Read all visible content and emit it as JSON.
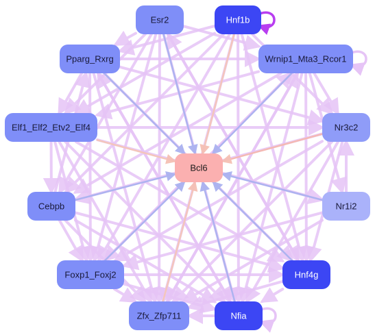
{
  "nodes": [
    {
      "id": "esr2",
      "label": "Esr2",
      "fill": "#7f8ef8",
      "text": "#1a1a3a"
    },
    {
      "id": "hnf1b",
      "label": "Hnf1b",
      "fill": "#3c46f4",
      "text": "#ffffff"
    },
    {
      "id": "pparg",
      "label": "Pparg_Rxrg",
      "fill": "#7f8ef8",
      "text": "#1a1a3a"
    },
    {
      "id": "wrnip1",
      "label": "Wrnip1_Mta3_Rcor1",
      "fill": "#7f8ef8",
      "text": "#1a1a3a"
    },
    {
      "id": "elf",
      "label": "Elf1_Elf2_Etv2_Elf4",
      "fill": "#7f8ef8",
      "text": "#1a1a3a"
    },
    {
      "id": "nr3c2",
      "label": "Nr3c2",
      "fill": "#8f9cf8",
      "text": "#1a1a3a"
    },
    {
      "id": "bcl6",
      "label": "Bcl6",
      "fill": "#fbb0b0",
      "text": "#1a1a1a"
    },
    {
      "id": "cebpb",
      "label": "Cebpb",
      "fill": "#7f8ef8",
      "text": "#1a1a3a"
    },
    {
      "id": "nr1i2",
      "label": "Nr1i2",
      "fill": "#aab2fa",
      "text": "#1a1a3a"
    },
    {
      "id": "foxp1",
      "label": "Foxp1_Foxj2",
      "fill": "#7f8ef8",
      "text": "#1a1a3a"
    },
    {
      "id": "hnf4g",
      "label": "Hnf4g",
      "fill": "#3c46f4",
      "text": "#ffffff"
    },
    {
      "id": "zfx",
      "label": "Zfx_Zfp711",
      "fill": "#7f8ef8",
      "text": "#1a1a3a"
    },
    {
      "id": "nfia",
      "label": "Nfia",
      "fill": "#3c46f4",
      "text": "#ffffff"
    }
  ],
  "edges": [
    {
      "from": "esr2",
      "to": "bcl6",
      "color": "#aab2f0"
    },
    {
      "from": "hnf1b",
      "to": "bcl6",
      "color": "#f5c6b8"
    },
    {
      "from": "pparg",
      "to": "bcl6",
      "color": "#aab2f0"
    },
    {
      "from": "wrnip1",
      "to": "bcl6",
      "color": "#aab2f0"
    },
    {
      "from": "nr3c2",
      "to": "bcl6",
      "color": "#f5b8b0"
    },
    {
      "from": "cebpb",
      "to": "bcl6",
      "color": "#aab2f0"
    },
    {
      "from": "nr1i2",
      "to": "bcl6",
      "color": "#aab2f0"
    },
    {
      "from": "foxp1",
      "to": "bcl6",
      "color": "#aab2f0"
    },
    {
      "from": "hnf4g",
      "to": "bcl6",
      "color": "#aab2f0"
    },
    {
      "from": "zfx",
      "to": "bcl6",
      "color": "#f5c6b8"
    },
    {
      "from": "nfia",
      "to": "bcl6",
      "color": "#aab2f0"
    },
    {
      "from": "elf",
      "to": "bcl6",
      "color": "#f5c6b8"
    },
    {
      "from": "esr2",
      "to": "pparg",
      "color": "#e6c4f6"
    },
    {
      "from": "esr2",
      "to": "wrnip1",
      "color": "#e6c4f6"
    },
    {
      "from": "esr2",
      "to": "foxp1",
      "color": "#e6c4f6"
    },
    {
      "from": "esr2",
      "to": "nfia",
      "color": "#e6c4f6"
    },
    {
      "from": "esr2",
      "to": "zfx",
      "color": "#e6c4f6"
    },
    {
      "from": "esr2",
      "to": "cebpb",
      "color": "#e6c4f6"
    },
    {
      "from": "esr2",
      "to": "hnf4g",
      "color": "#e6c4f6"
    },
    {
      "from": "esr2",
      "to": "elf",
      "color": "#e6c4f6"
    },
    {
      "from": "hnf1b",
      "to": "pparg",
      "color": "#e6c4f6"
    },
    {
      "from": "hnf1b",
      "to": "elf",
      "color": "#e6c4f6"
    },
    {
      "from": "hnf1b",
      "to": "foxp1",
      "color": "#e6c4f6"
    },
    {
      "from": "hnf1b",
      "to": "zfx",
      "color": "#e6c4f6"
    },
    {
      "from": "hnf1b",
      "to": "nfia",
      "color": "#e6c4f6"
    },
    {
      "from": "hnf1b",
      "to": "cebpb",
      "color": "#e6c4f6"
    },
    {
      "from": "hnf1b",
      "to": "nr3c2",
      "color": "#e6c4f6"
    },
    {
      "from": "hnf1b",
      "to": "hnf4g",
      "color": "#e6c4f6"
    },
    {
      "from": "pparg",
      "to": "wrnip1",
      "color": "#e6c4f6"
    },
    {
      "from": "pparg",
      "to": "nr3c2",
      "color": "#e6c4f6"
    },
    {
      "from": "pparg",
      "to": "nfia",
      "color": "#e6c4f6"
    },
    {
      "from": "pparg",
      "to": "hnf4g",
      "color": "#e6c4f6"
    },
    {
      "from": "pparg",
      "to": "zfx",
      "color": "#e6c4f6"
    },
    {
      "from": "pparg",
      "to": "foxp1",
      "color": "#e6c4f6"
    },
    {
      "from": "pparg",
      "to": "elf",
      "color": "#e6c4f6"
    },
    {
      "from": "wrnip1",
      "to": "elf",
      "color": "#e6c4f6"
    },
    {
      "from": "wrnip1",
      "to": "foxp1",
      "color": "#e6c4f6"
    },
    {
      "from": "wrnip1",
      "to": "nfia",
      "color": "#e6c4f6"
    },
    {
      "from": "wrnip1",
      "to": "zfx",
      "color": "#e6c4f6"
    },
    {
      "from": "wrnip1",
      "to": "hnf4g",
      "color": "#e6c4f6"
    },
    {
      "from": "wrnip1",
      "to": "nr3c2",
      "color": "#e6c4f6"
    },
    {
      "from": "wrnip1",
      "to": "cebpb",
      "color": "#e6c4f6"
    },
    {
      "from": "wrnip1",
      "to": "nr1i2",
      "color": "#e6c4f6"
    },
    {
      "from": "elf",
      "to": "nr3c2",
      "color": "#e6c4f6"
    },
    {
      "from": "elf",
      "to": "cebpb",
      "color": "#e6c4f6"
    },
    {
      "from": "elf",
      "to": "foxp1",
      "color": "#e6c4f6"
    },
    {
      "from": "elf",
      "to": "nfia",
      "color": "#e6c4f6"
    },
    {
      "from": "elf",
      "to": "hnf4g",
      "color": "#e6c4f6"
    },
    {
      "from": "elf",
      "to": "zfx",
      "color": "#e6c4f6"
    },
    {
      "from": "elf",
      "to": "nr1i2",
      "color": "#e6c4f6"
    },
    {
      "from": "nr3c2",
      "to": "foxp1",
      "color": "#e6c4f6"
    },
    {
      "from": "nr3c2",
      "to": "nfia",
      "color": "#e6c4f6"
    },
    {
      "from": "nr3c2",
      "to": "cebpb",
      "color": "#e6c4f6"
    },
    {
      "from": "nr3c2",
      "to": "hnf4g",
      "color": "#e6c4f6"
    },
    {
      "from": "nr3c2",
      "to": "zfx",
      "color": "#e6c4f6"
    },
    {
      "from": "nr1i2",
      "to": "nr3c2",
      "color": "#e6c4f6"
    },
    {
      "from": "nr1i2",
      "to": "foxp1",
      "color": "#e6c4f6"
    },
    {
      "from": "nr1i2",
      "to": "zfx",
      "color": "#e6c4f6"
    },
    {
      "from": "cebpb",
      "to": "foxp1",
      "color": "#e6c4f6"
    },
    {
      "from": "cebpb",
      "to": "nfia",
      "color": "#e6c4f6"
    },
    {
      "from": "cebpb",
      "to": "hnf4g",
      "color": "#e6c4f6"
    },
    {
      "from": "cebpb",
      "to": "zfx",
      "color": "#e6c4f6"
    },
    {
      "from": "cebpb",
      "to": "pparg",
      "color": "#e6c4f6"
    },
    {
      "from": "foxp1",
      "to": "hnf4g",
      "color": "#e6c4f6"
    },
    {
      "from": "foxp1",
      "to": "nfia",
      "color": "#e6c4f6"
    },
    {
      "from": "foxp1",
      "to": "zfx",
      "color": "#e6c4f6"
    },
    {
      "from": "hnf4g",
      "to": "nfia",
      "color": "#e6c4f6"
    },
    {
      "from": "hnf4g",
      "to": "zfx",
      "color": "#e6c4f6"
    },
    {
      "from": "nfia",
      "to": "zfx",
      "color": "#e6c4f6"
    },
    {
      "from": "hnf4g",
      "to": "esr2",
      "color": "#e6c4f6"
    },
    {
      "from": "nfia",
      "to": "pparg",
      "color": "#e6c4f6"
    },
    {
      "from": "zfx",
      "to": "wrnip1",
      "color": "#e6c4f6"
    },
    {
      "from": "foxp1",
      "to": "wrnip1",
      "color": "#e6c4f6"
    }
  ],
  "self_loops": [
    {
      "node": "hnf1b",
      "color": "#b83ef0"
    },
    {
      "node": "wrnip1",
      "color": "#e6c4f6"
    },
    {
      "node": "nfia",
      "color": "#e6c4f6"
    }
  ]
}
